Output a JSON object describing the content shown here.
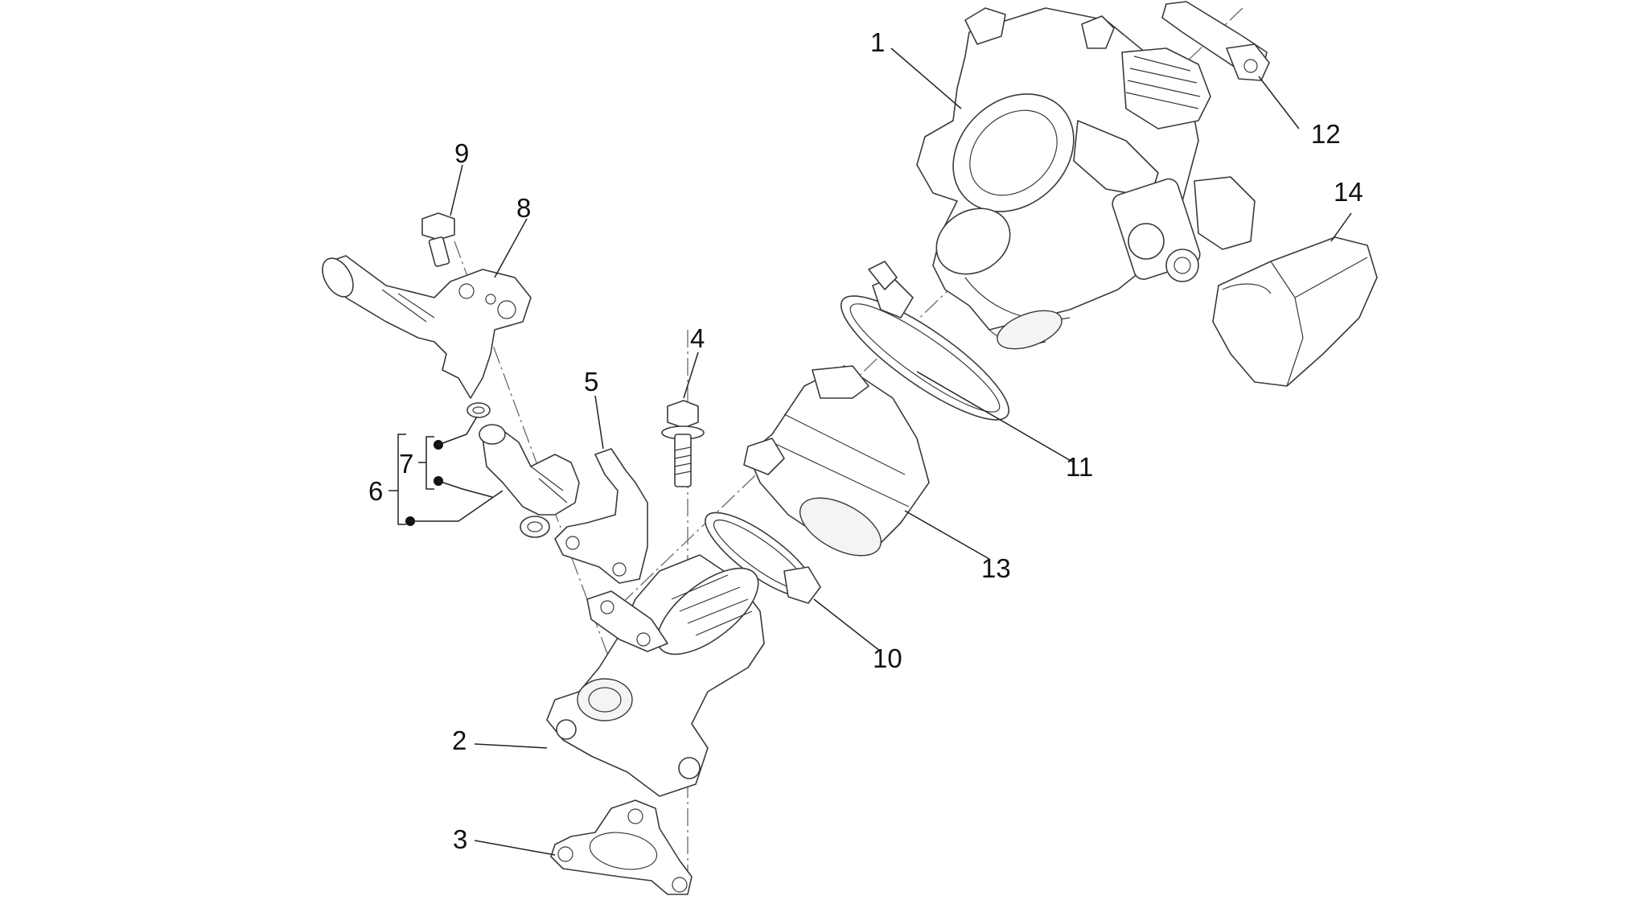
{
  "diagram": {
    "callouts": {
      "c1": "1",
      "c2": "2",
      "c3": "3",
      "c4": "4",
      "c5": "5",
      "c6": "6",
      "c7": "7",
      "c8": "8",
      "c9": "9",
      "c10": "10",
      "c11": "11",
      "c12": "12",
      "c13": "13",
      "c14": "14"
    },
    "colors": {
      "line": "#3a3a3a",
      "text": "#111111",
      "background": "#ffffff"
    }
  }
}
